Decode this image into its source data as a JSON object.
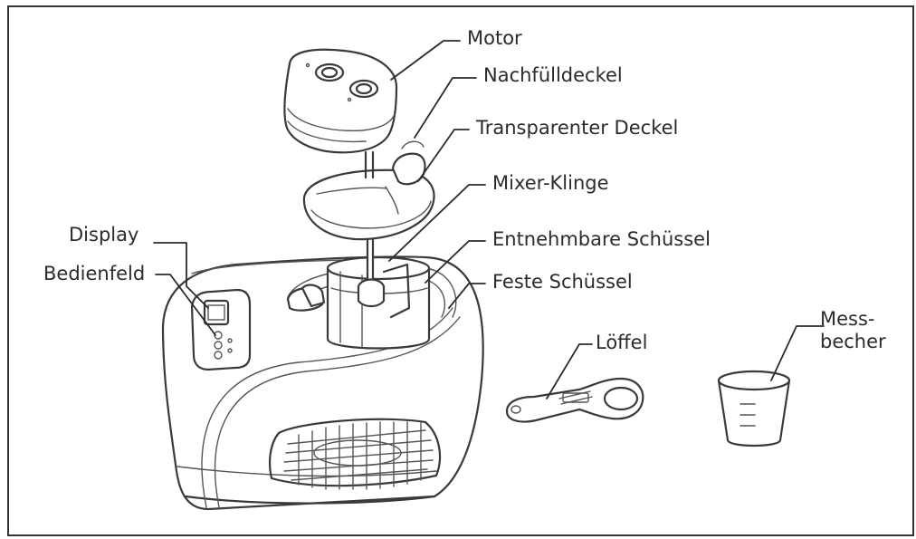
{
  "diagram": {
    "labels": {
      "motor": "Motor",
      "refill_lid": "Nachfülldeckel",
      "transparent_lid": "Transparenter Deckel",
      "mixer_blade": "Mixer-Klinge",
      "removable_bowl": "Entnehmbare Schüssel",
      "fixed_bowl": "Feste Schüssel",
      "display": "Display",
      "control_panel": "Bedienfeld",
      "spoon": "Löffel",
      "measuring_cup": "Mess-\nbecher"
    },
    "colors": {
      "line": "#3a3a3a",
      "text": "#2b2b2b",
      "background": "#ffffff"
    }
  }
}
